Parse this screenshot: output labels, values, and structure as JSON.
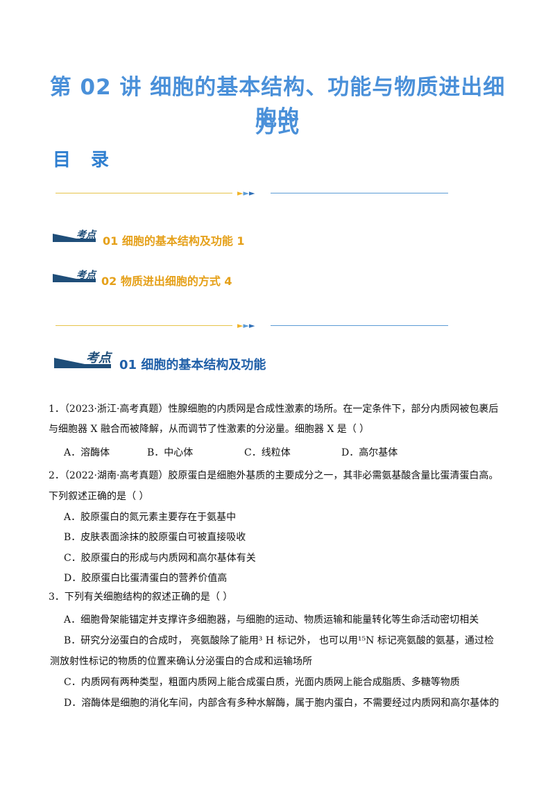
{
  "title": {
    "line1": "第 02 讲  细胞的基本结构、功能与物质进出细胞的",
    "line2": "方式"
  },
  "toc": {
    "heading": "目 录",
    "badge_label": "考点",
    "items": [
      {
        "label": "01  细胞的基本结构及功能  1"
      },
      {
        "label": "02  物质进出细胞的方式  4"
      }
    ]
  },
  "divider": {
    "arrows": [
      "►",
      "►",
      "►"
    ]
  },
  "section": {
    "badge_label": "考点",
    "title": "01  细胞的基本结构及功能"
  },
  "questions": [
    {
      "line1": "1．（2023·浙江·高考真题）性腺细胞的内质网是合成性激素的场所。在一定条件下，部分内质网被包裹后",
      "line2": "与细胞器 X 融合而被降解，从而调节了性激素的分泌量。细胞器 X 是（     ）",
      "options": [
        "A．溶酶体",
        "B．中心体",
        "C．线粒体",
        "D．高尔基体"
      ]
    },
    {
      "line1": "2．（2022·湖南·高考真题）胶原蛋白是细胞外基质的主要成分之一，其非必需氨基酸含量比蛋清蛋白高。",
      "line2": "下列叙述正确的是（     ）",
      "options": [
        "A．胶原蛋白的氮元素主要存在于氨基中",
        "B．皮肤表面涂抹的胶原蛋白可被直接吸收",
        "C．胶原蛋白的形成与内质网和高尔基体有关",
        "D．胶原蛋白比蛋清蛋白的营养价值高"
      ]
    },
    {
      "line1": "3．下列有关细胞结构的叙述正确的是（     ）",
      "options": [
        "A．细胞骨架能锚定并支撑许多细胞器，与细胞的运动、物质运输和能量转化等生命活动密切相关",
        "B．研究分泌蛋白的合成时，  亮氨酸除了能用³ H 标记外，  也可以用¹⁵N 标记亮氨酸的氨基，通过检",
        "测放射性标记的物质的位置来确认分泌蛋白的合成和运输场所",
        "C．内质网有两种类型，粗面内质网上能合成蛋白质，光面内质网上能合成脂质、多糖等物质",
        "D．溶酶体是细胞的消化车间，内部含有多种水解酶，属于胞内蛋白，不需要经过内质网和高尔基体的"
      ]
    }
  ]
}
